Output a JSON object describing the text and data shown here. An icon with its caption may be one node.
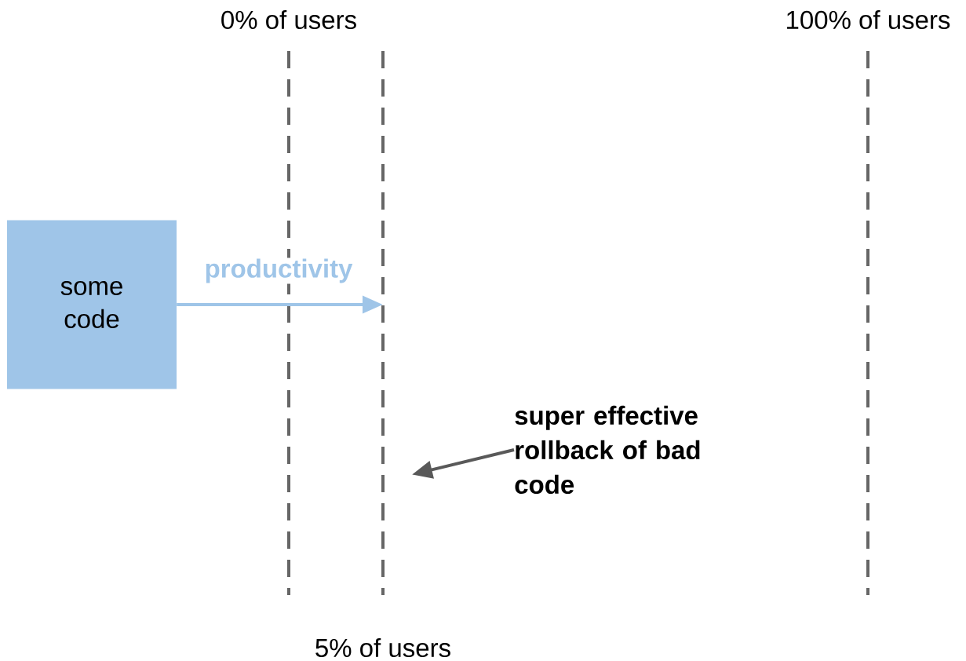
{
  "diagram": {
    "nodes": [
      {
        "text": [
          "some code"
        ]
      },
      {
        "text": [
          "5% of users"
        ]
      },
      {
        "text": [
          "super effective rollback of bad code"
        ]
      }
    ],
    "edges": [
      {
        "from": 0,
        "to": 1,
        "arrow": "to",
        "label": "productivity",
        "color": "#9fc5e8"
      },
      {
        "from": 2,
        "to": 1,
        "arrow": "to",
        "color": "#595959"
      }
    ],
    "labels": [
      "0% of users",
      "100% of users"
    ]
  }
}
